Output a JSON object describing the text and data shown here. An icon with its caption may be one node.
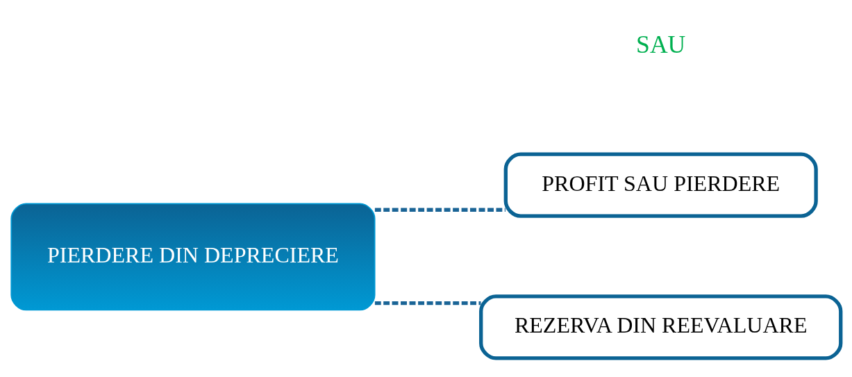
{
  "diagram": {
    "nodes": [
      {
        "text": [
          "PIERDERE DIN DEPRECIERE"
        ]
      },
      {
        "text": [
          "PROFIT SAU PIERDERE"
        ]
      },
      {
        "text": [
          "REZERVA DIN REEVALUARE"
        ]
      }
    ],
    "edges": [
      {
        "from": 0,
        "to": 1,
        "arrow": "none",
        "style": "dashed"
      },
      {
        "from": 0,
        "to": 2,
        "arrow": "none",
        "style": "dashed"
      }
    ],
    "labels": [
      "SAU"
    ]
  }
}
